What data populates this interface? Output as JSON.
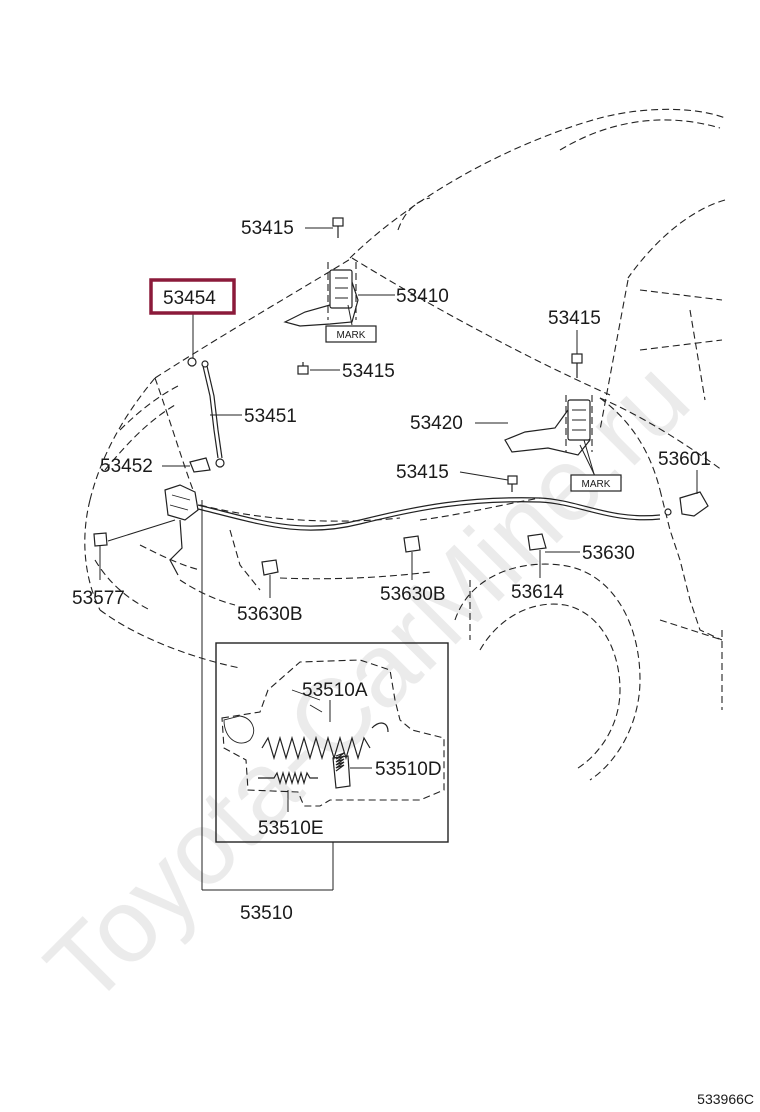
{
  "watermark": "Toyota-CarMine.ru",
  "diagram_code": "533966C",
  "mark_label": "MARK",
  "highlight_color": "#8b1a3a",
  "parts": {
    "p53415_top": "53415",
    "p53410": "53410",
    "p53454": "53454",
    "p53415_mid": "53415",
    "p53415_right": "53415",
    "p53451": "53451",
    "p53420": "53420",
    "p53601": "53601",
    "p53452": "53452",
    "p53415_low": "53415",
    "p53630": "53630",
    "p53577": "53577",
    "p53630B_left": "53630B",
    "p53630B_right": "53630B",
    "p53614": "53614",
    "p53510A": "53510A",
    "p53510D": "53510D",
    "p53510E": "53510E",
    "p53510": "53510"
  }
}
